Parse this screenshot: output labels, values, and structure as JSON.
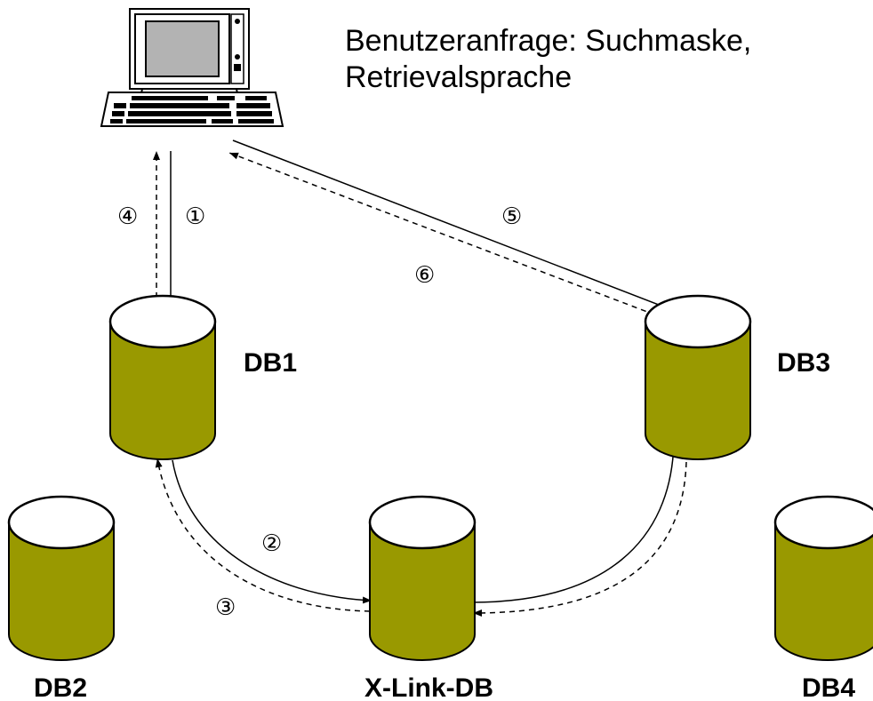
{
  "query": {
    "line1": "Benutzeranfrage: Suchmaske,",
    "line2": "Retrievalsprache"
  },
  "databases": {
    "db1": "DB1",
    "db2": "DB2",
    "db3": "DB3",
    "db4": "DB4",
    "xlink": "X-Link-DB"
  },
  "steps": {
    "s1": "①",
    "s2": "②",
    "s3": "③",
    "s4": "④",
    "s5": "⑤",
    "s6": "⑥"
  },
  "colors": {
    "cylinder_fill": "#999900",
    "cylinder_top": "#ffffff",
    "stroke": "#000000",
    "screen": "#b3b3b3"
  }
}
